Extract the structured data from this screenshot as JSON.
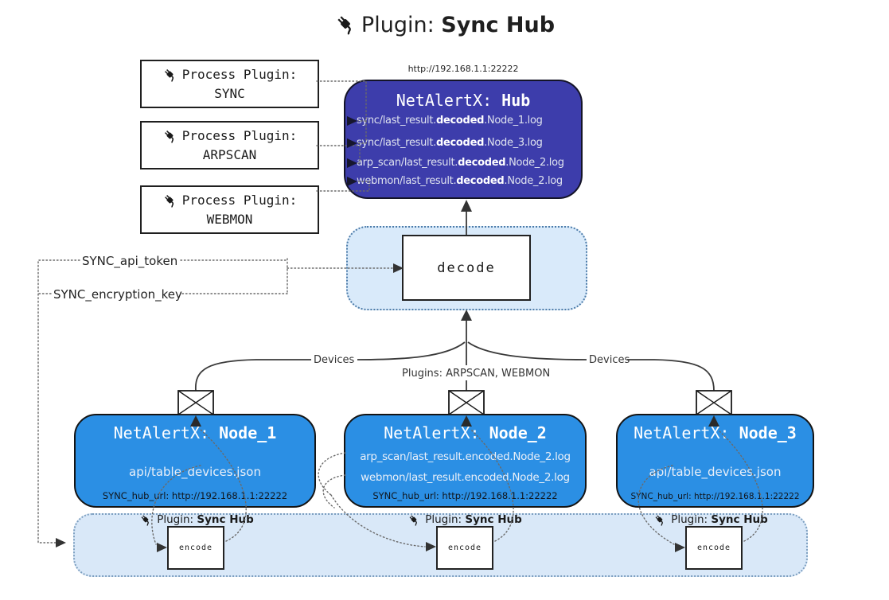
{
  "title": {
    "prefix": "Plugin: ",
    "bold": "Sync Hub"
  },
  "process_plugins": {
    "label": "Process Plugin:",
    "items": [
      {
        "name": "SYNC"
      },
      {
        "name": "ARPSCAN"
      },
      {
        "name": "WEBMON"
      }
    ]
  },
  "hub": {
    "url": "http://192.168.1.1:22222",
    "title_prefix": "NetAlertX: ",
    "title_bold": "Hub",
    "files": [
      {
        "pre": "sync/last_result.",
        "mid": "decoded",
        "post": ".Node_1.log"
      },
      {
        "pre": "sync/last_result.",
        "mid": "decoded",
        "post": ".Node_3.log"
      },
      {
        "pre": "arp_scan/last_result.",
        "mid": "decoded",
        "post": ".Node_2.log"
      },
      {
        "pre": "webmon/last_result.",
        "mid": "decoded",
        "post": ".Node_2.log"
      }
    ]
  },
  "decode_panel": {
    "label": "decode"
  },
  "keys": {
    "api_token": "SYNC_api_token",
    "encryption_key": "SYNC_encryption_key"
  },
  "edge_labels": {
    "devices_left": "Devices",
    "plugins_center": "Plugins: ARPSCAN, WEBMON",
    "devices_right": "Devices"
  },
  "nodes": [
    {
      "title_prefix": "NetAlertX: ",
      "title_bold": "Node_1",
      "files": [
        "api/table_devices.json"
      ],
      "hub_url": "SYNC_hub_url: http://192.168.1.1:22222"
    },
    {
      "title_prefix": "NetAlertX: ",
      "title_bold": "Node_2",
      "files": [
        "arp_scan/last_result.encoded.Node_2.log",
        "webmon/last_result.encoded.Node_2.log"
      ],
      "hub_url": "SYNC_hub_url: http://192.168.1.1:22222"
    },
    {
      "title_prefix": "NetAlertX: ",
      "title_bold": "Node_3",
      "files": [
        "api/table_devices.json"
      ],
      "hub_url": "SYNC_hub_url: http://192.168.1.1:22222"
    }
  ],
  "encode_panel": {
    "plugin_prefix": "Plugin: ",
    "plugin_bold": "Sync Hub",
    "label": "encode"
  },
  "colors": {
    "hub_fill": "#3d3dab",
    "node_fill": "#2b8fe4",
    "encode_panel_fill": "#d9e8f8",
    "decode_panel_fill": "#d9eafa",
    "panel_border": "#4d7ca9",
    "line": "#3a3a3a",
    "text_light": "#e9eff8"
  }
}
